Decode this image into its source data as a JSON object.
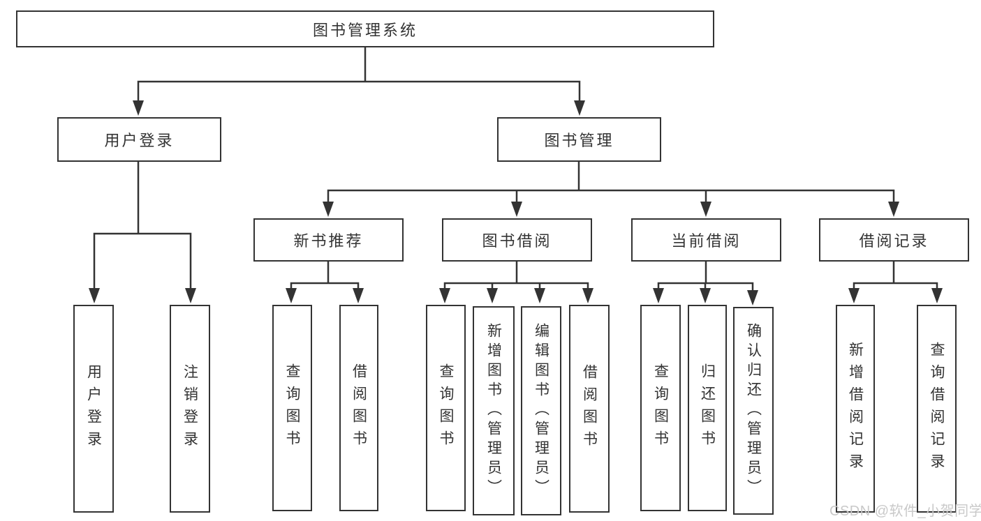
{
  "diagram": {
    "type": "hierarchy-tree",
    "orientation": "top-down"
  },
  "tree": {
    "root": {
      "label": "图书管理系统",
      "children": [
        {
          "label": "用户登录",
          "children": [
            {
              "label": "用户登录"
            },
            {
              "label": "注销登录"
            }
          ]
        },
        {
          "label": "图书管理",
          "children": [
            {
              "label": "新书推荐",
              "children": [
                {
                  "label": "查询图书"
                },
                {
                  "label": "借阅图书"
                }
              ]
            },
            {
              "label": "图书借阅",
              "children": [
                {
                  "label": "查询图书"
                },
                {
                  "label": "新增图书（管理员）"
                },
                {
                  "label": "编辑图书（管理员）"
                },
                {
                  "label": "借阅图书"
                }
              ]
            },
            {
              "label": "当前借阅",
              "children": [
                {
                  "label": "查询图书"
                },
                {
                  "label": "归还图书"
                },
                {
                  "label": "确认归还（管理员）"
                }
              ]
            },
            {
              "label": "借阅记录",
              "children": [
                {
                  "label": "新增借阅记录"
                },
                {
                  "label": "查询借阅记录"
                }
              ]
            }
          ]
        }
      ]
    }
  },
  "watermark": "CSDN @软件_小贺同学",
  "colors": {
    "line": "#333333",
    "text": "#333333",
    "box_background": "#ffffff",
    "page_background": "#ffffff",
    "watermark": "#c9c9c9"
  }
}
